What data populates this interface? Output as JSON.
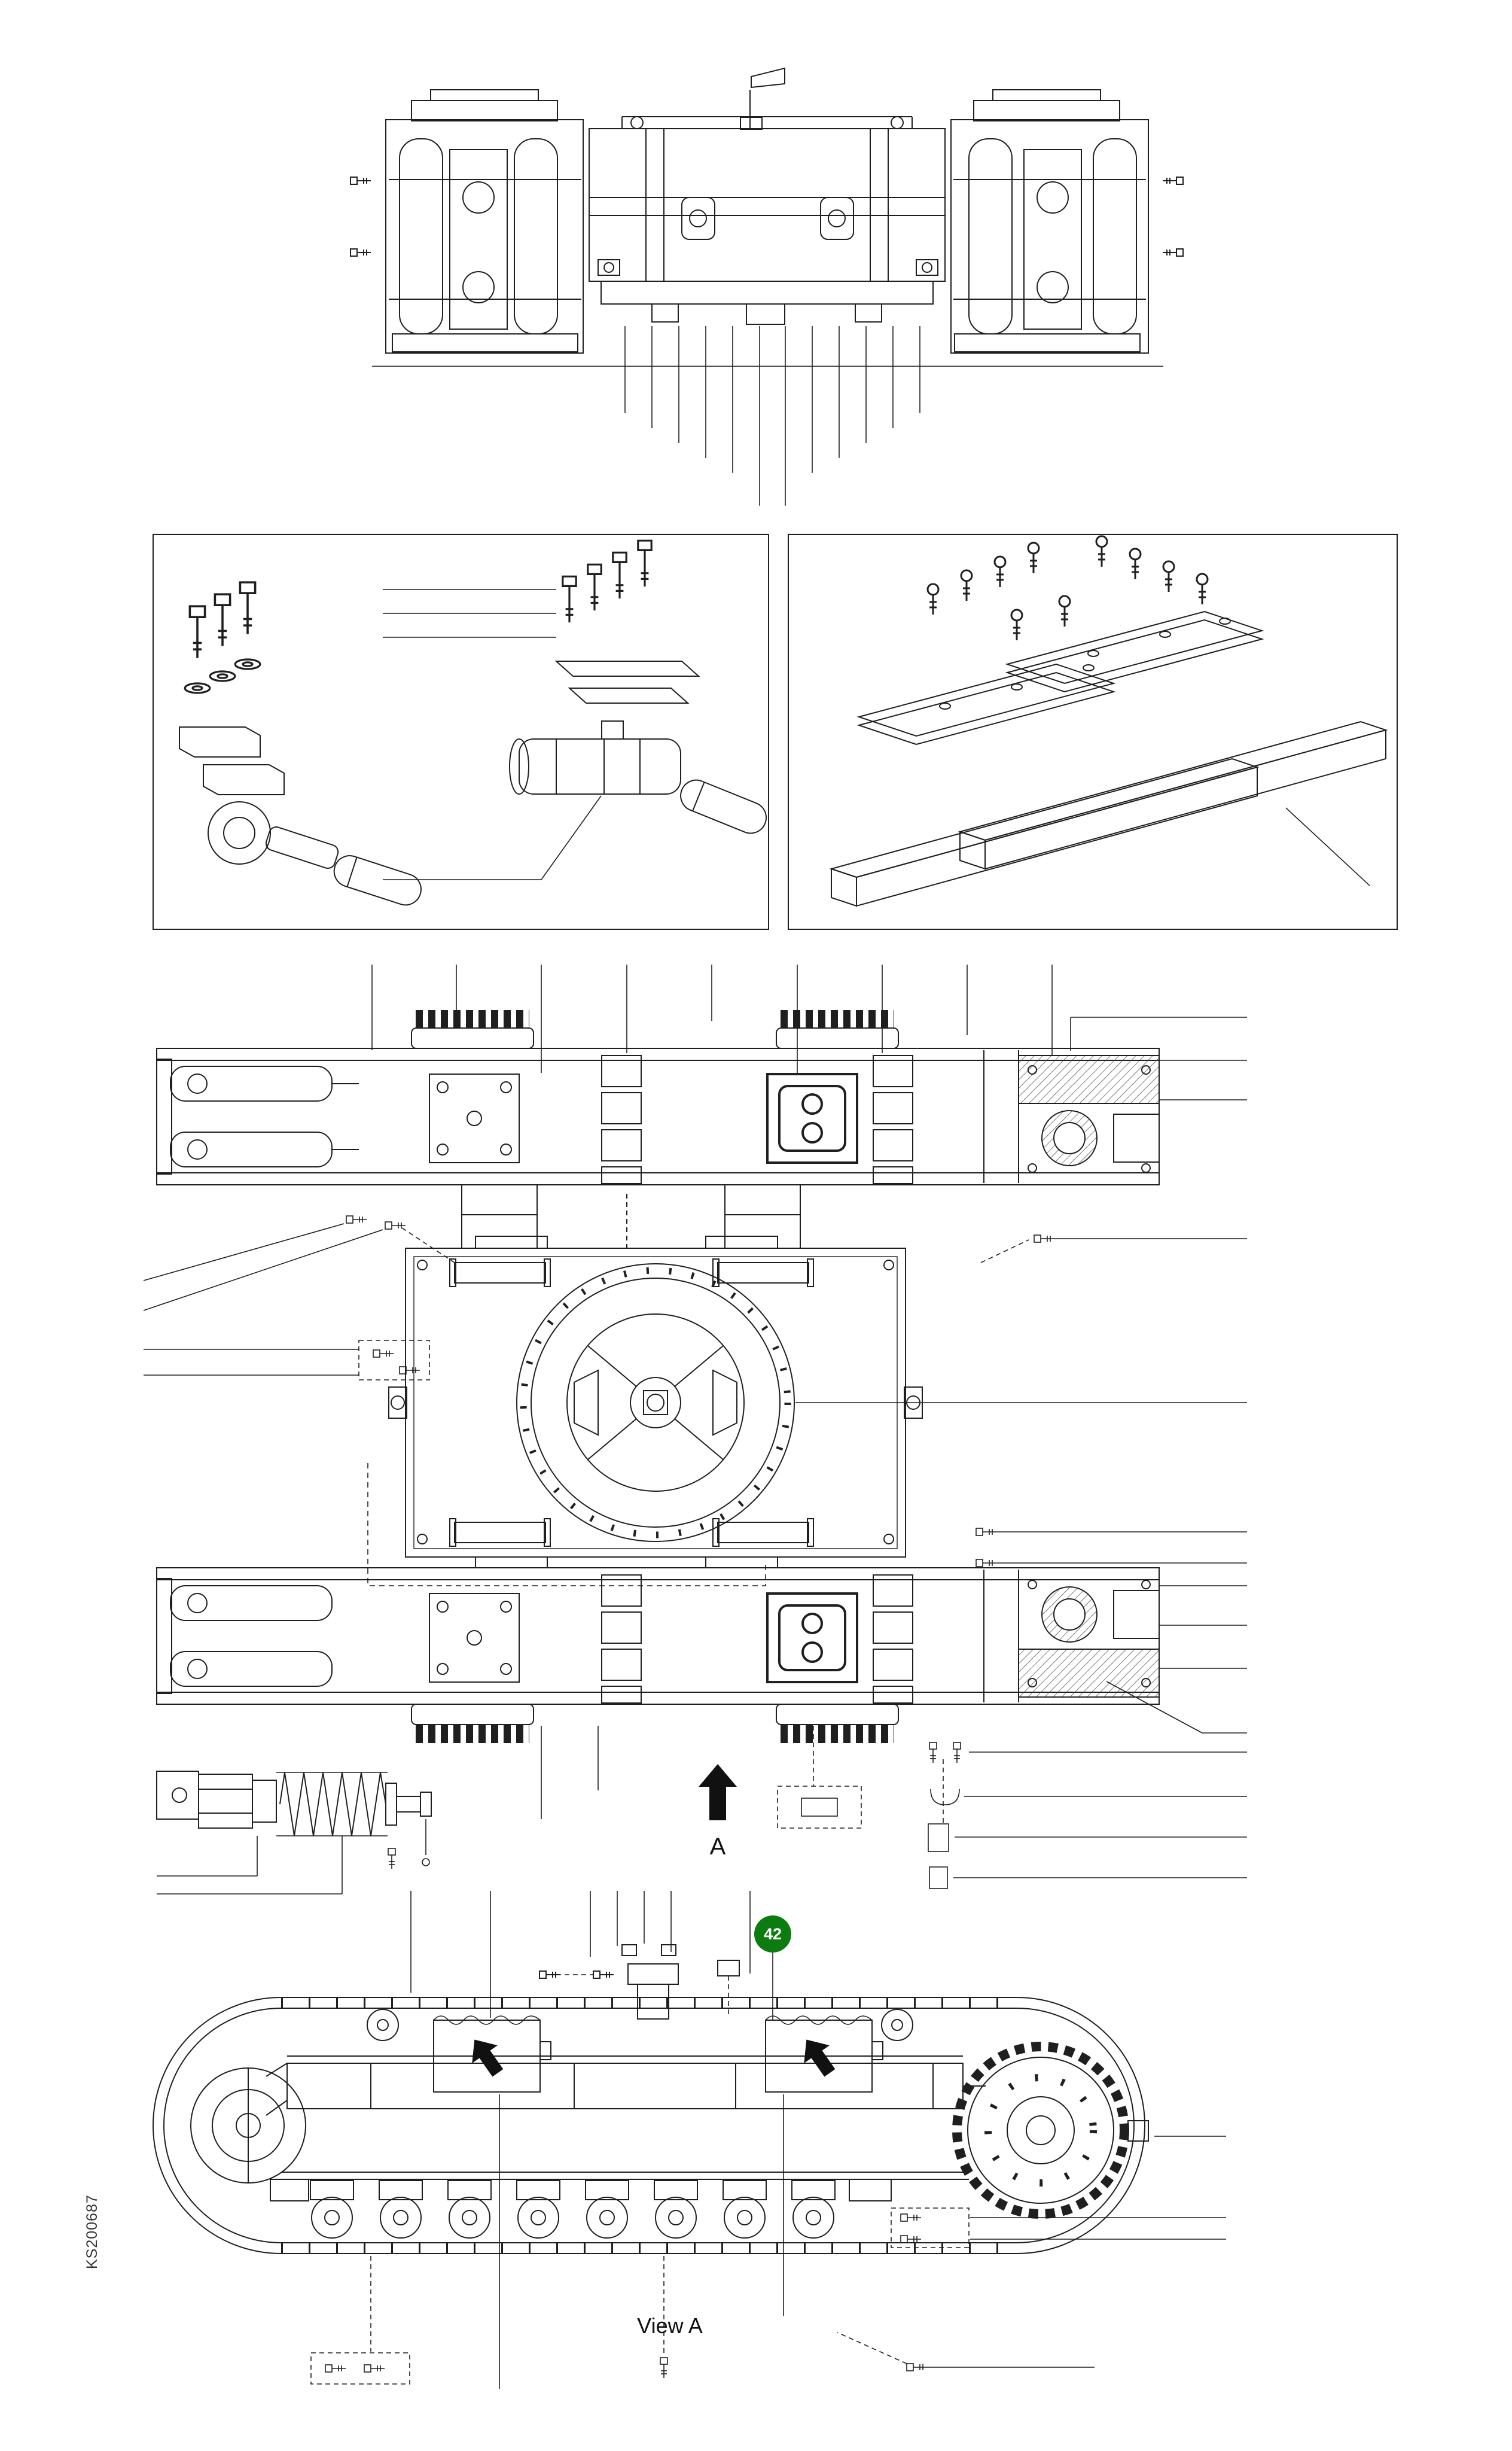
{
  "labels": {
    "drawing_code": "KS200687",
    "view_caption": "View A",
    "section_arrow_label": "A",
    "callout_42": "42"
  },
  "colors": {
    "callout_badge_bg": "#0c7c10",
    "callout_badge_text": "#ffffff",
    "line_color": "#1f1f1f",
    "background": "#ffffff"
  },
  "icons": {
    "section_arrow": "up-arrow-icon",
    "travel_direction_left": "direction-arrow-icon",
    "travel_direction_right": "direction-arrow-icon"
  }
}
